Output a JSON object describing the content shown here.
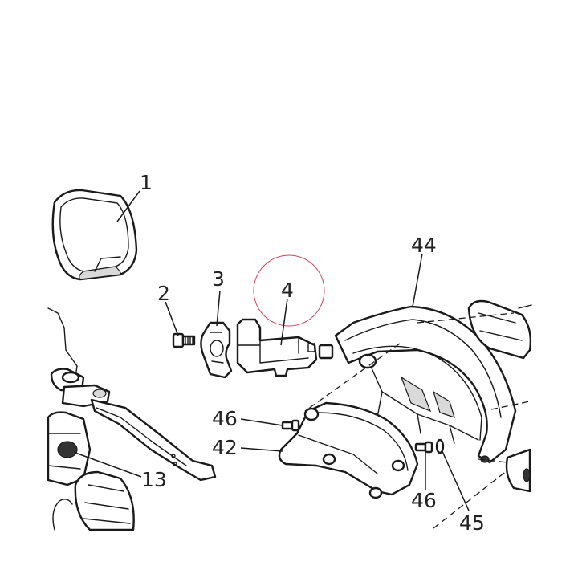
{
  "callouts": {
    "c1": "1",
    "c2": "2",
    "c3": "3",
    "c4": "4",
    "c13": "13",
    "c42": "42",
    "c44": "44",
    "c45": "45",
    "c46a": "46",
    "c46b": "46"
  },
  "colors": {
    "line": "#1a1a1a",
    "highlight_circle": "#c9495e"
  }
}
